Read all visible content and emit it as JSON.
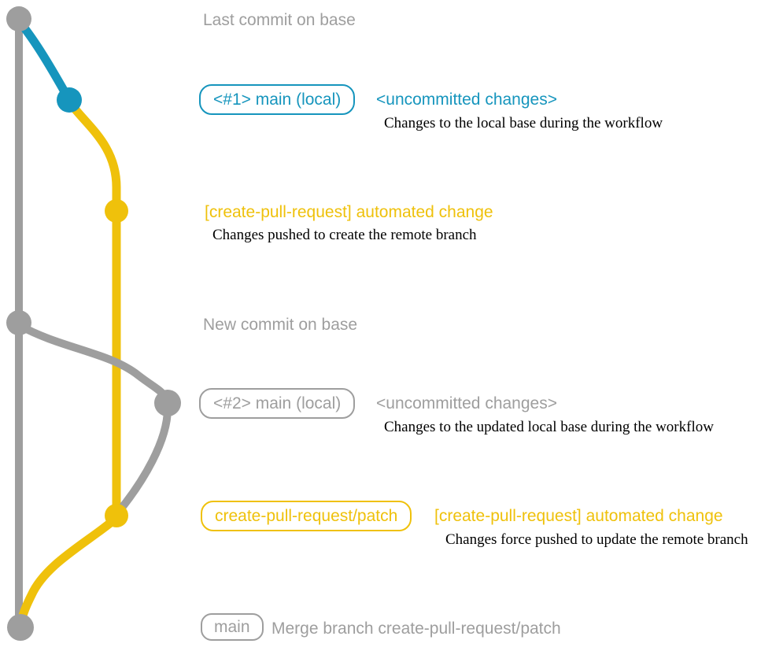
{
  "colors": {
    "base_gray": "#9e9e9e",
    "teal": "#1695bd",
    "gold": "#efc10b",
    "note_black": "#000000"
  },
  "sections": {
    "top": {
      "label": "Last commit on base"
    },
    "branch1": {
      "badge": "<#1> main (local)",
      "status": "<uncommitted changes>",
      "note": "Changes to the local base during the workflow"
    },
    "commit1": {
      "message": "[create-pull-request] automated change",
      "note": "Changes pushed to create the remote branch"
    },
    "mid": {
      "label": "New commit on base"
    },
    "branch2": {
      "badge": "<#2> main (local)",
      "status": "<uncommitted changes>",
      "note": "Changes to the updated local base during the workflow"
    },
    "commit2": {
      "badge": "create-pull-request/patch",
      "message": "[create-pull-request] automated change",
      "note": "Changes force pushed to update the remote branch"
    },
    "merge": {
      "badge": "main",
      "message": "Merge branch create-pull-request/patch"
    }
  }
}
